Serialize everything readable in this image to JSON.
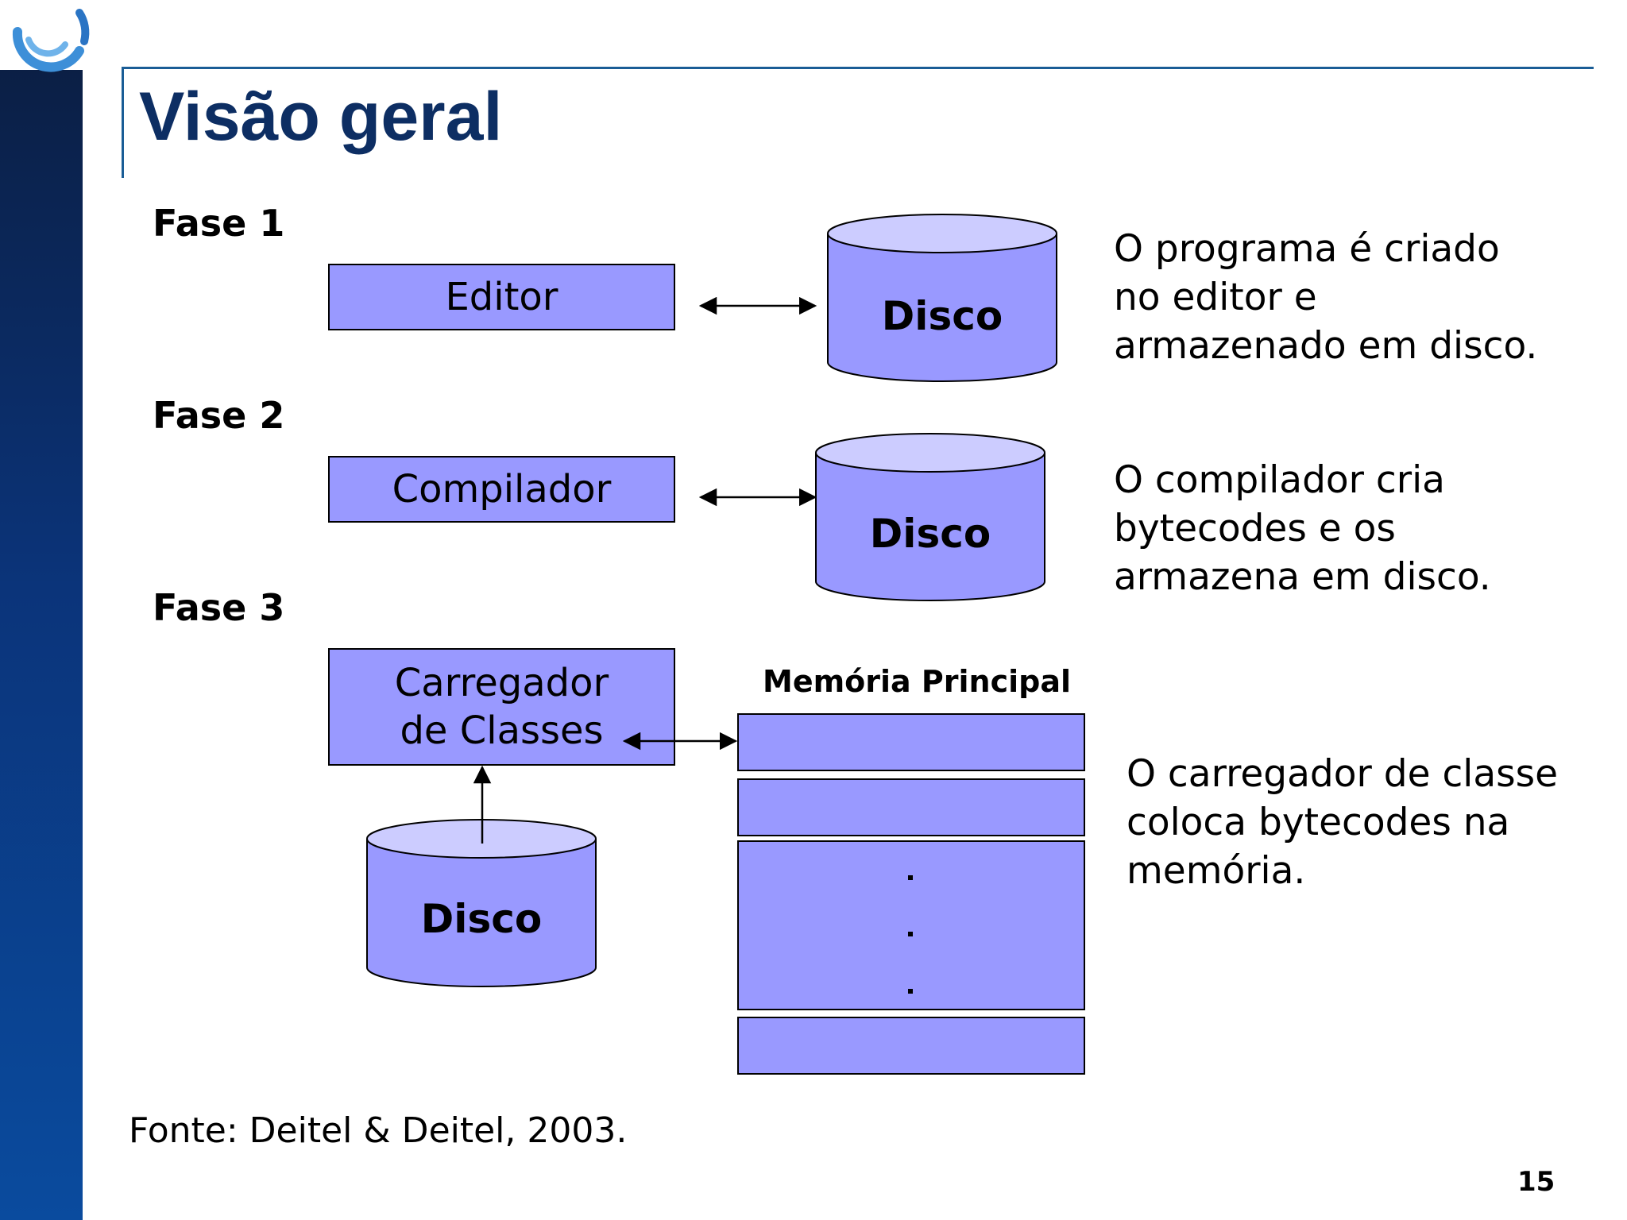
{
  "slide": {
    "title": "Visão geral",
    "page_number": "15",
    "source": "Fonte: Deitel & Deitel, 2003."
  },
  "phases": [
    {
      "label": "Fase 1",
      "component": "Editor",
      "storage": "Disco",
      "description": [
        "O programa é criado",
        "no editor e",
        "armazenado em disco."
      ]
    },
    {
      "label": "Fase 2",
      "component": "Compilador",
      "storage": "Disco",
      "description": [
        "O compilador cria",
        "bytecodes e os",
        "armazena em disco."
      ]
    },
    {
      "label": "Fase 3",
      "component": [
        "Carregador",
        "de Classes"
      ],
      "storage": "Disco",
      "memory_title": "Memória Principal",
      "description": [
        "O carregador de classe",
        "coloca bytecodes na",
        "memória."
      ]
    }
  ],
  "colors": {
    "box_fill": "#9999ff",
    "cylinder_top": "#ccccff",
    "title": "#0d2e63",
    "sidebar": "#0b347a"
  }
}
